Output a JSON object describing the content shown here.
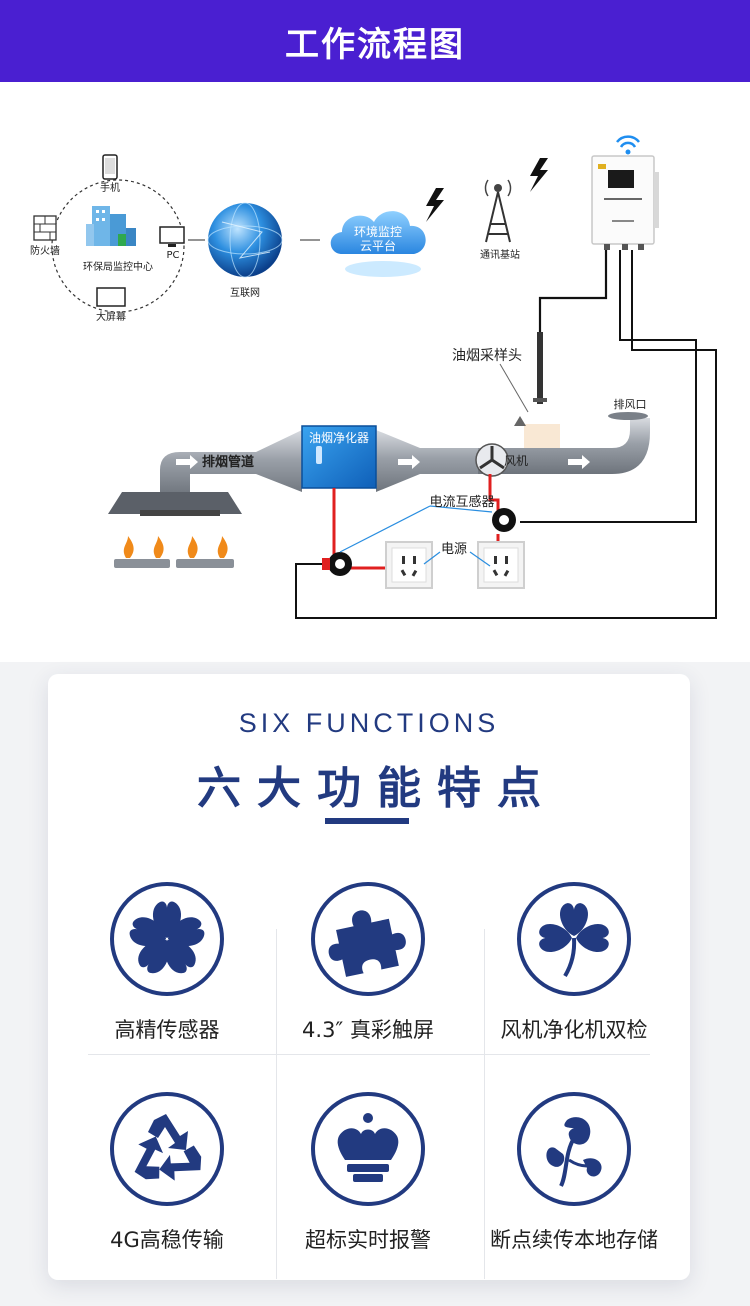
{
  "header": {
    "title": "工作流程图"
  },
  "diagram": {
    "labels": {
      "phone": "手机",
      "firewall": "防火墙",
      "center": "环保局监控中心",
      "pc": "PC",
      "bigscreen": "大屏幕",
      "internet": "互联网",
      "cloud_line1": "环境监控",
      "cloud_line2": "云平台",
      "base_station": "通讯基站",
      "sampling_head": "油烟采样头",
      "exhaust_outlet": "排风口",
      "purifier": "油烟净化器",
      "exhaust_pipe": "排烟管道",
      "fan": "风机",
      "current_transformer": "电流互感器",
      "power": "电源"
    }
  },
  "functions": {
    "subtitle": "SIX FUNCTIONS",
    "title": "六大功能特点",
    "items": [
      {
        "label": "高精传感器",
        "icon": "clover-icon"
      },
      {
        "label": "4.3″  真彩触屏",
        "icon": "puzzle-icon"
      },
      {
        "label": "风机净化机双检",
        "icon": "clover-icon"
      },
      {
        "label": "4G高稳传输",
        "icon": "recycle-icon"
      },
      {
        "label": "超标实时报警",
        "icon": "crown-icon"
      },
      {
        "label": "断点续传本地存储",
        "icon": "plant-icon"
      }
    ]
  },
  "colors": {
    "banner": "#4a1fd1",
    "accent": "#223a80",
    "purifier": "#1a7fd6",
    "wire_red": "#e02020"
  }
}
